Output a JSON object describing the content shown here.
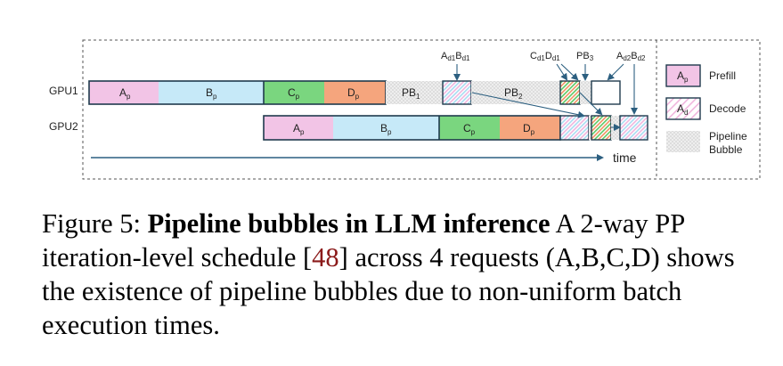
{
  "gpus": [
    {
      "label": "GPU1",
      "blocks": [
        {
          "id": "gpu1-prefill-a",
          "main": "A",
          "sub": "p",
          "kind": "prefill",
          "color": "#f2c4e6"
        },
        {
          "id": "gpu1-prefill-b",
          "main": "B",
          "sub": "p",
          "kind": "prefill",
          "color": "#c6e9f8"
        },
        {
          "id": "gpu1-prefill-c",
          "main": "C",
          "sub": "p",
          "kind": "prefill",
          "color": "#7ad67f"
        },
        {
          "id": "gpu1-prefill-d",
          "main": "D",
          "sub": "p",
          "kind": "prefill",
          "color": "#f5a57d"
        },
        {
          "id": "gpu1-bubble-1",
          "main": "PB",
          "sub": "1",
          "kind": "bubble"
        },
        {
          "id": "gpu1-decode-ab",
          "main": "",
          "sub": "",
          "kind": "decode",
          "colors": [
            "#f2c4e6",
            "#c6e9f8"
          ]
        },
        {
          "id": "gpu1-bubble-2",
          "main": "PB",
          "sub": "2",
          "kind": "bubble"
        },
        {
          "id": "gpu1-decode-cd",
          "main": "",
          "sub": "",
          "kind": "decode",
          "colors": [
            "#7ad67f",
            "#f5a57d"
          ]
        },
        {
          "id": "gpu1-bubble-3",
          "main": "",
          "sub": "",
          "kind": "bubble"
        },
        {
          "id": "gpu1-decode-ab2",
          "main": "",
          "sub": "",
          "kind": "decode-empty"
        }
      ]
    },
    {
      "label": "GPU2",
      "blocks": [
        {
          "id": "gpu2-prefill-a",
          "main": "A",
          "sub": "p",
          "kind": "prefill",
          "color": "#f2c4e6"
        },
        {
          "id": "gpu2-prefill-b",
          "main": "B",
          "sub": "p",
          "kind": "prefill",
          "color": "#c6e9f8"
        },
        {
          "id": "gpu2-prefill-c",
          "main": "C",
          "sub": "p",
          "kind": "prefill",
          "color": "#7ad67f"
        },
        {
          "id": "gpu2-prefill-d",
          "main": "D",
          "sub": "p",
          "kind": "prefill",
          "color": "#f5a57d"
        },
        {
          "id": "gpu2-decode-ab",
          "main": "",
          "sub": "",
          "kind": "decode",
          "colors": [
            "#f2c4e6",
            "#c6e9f8"
          ]
        },
        {
          "id": "gpu2-decode-cd",
          "main": "",
          "sub": "",
          "kind": "decode",
          "colors": [
            "#7ad67f",
            "#f5a57d"
          ]
        },
        {
          "id": "gpu2-decode-ab2",
          "main": "",
          "sub": "",
          "kind": "decode",
          "colors": [
            "#f2c4e6",
            "#c6e9f8"
          ]
        }
      ]
    }
  ],
  "annotations": [
    {
      "id": "ann-ad1bd1",
      "parts": [
        [
          "A",
          ""
        ],
        [
          "d1",
          "sub"
        ],
        [
          "B",
          ""
        ],
        [
          "d1",
          "sub"
        ]
      ]
    },
    {
      "id": "ann-cd1dd1",
      "parts": [
        [
          "C",
          ""
        ],
        [
          "d1",
          "sub"
        ],
        [
          "D",
          ""
        ],
        [
          "d1",
          "sub"
        ]
      ]
    },
    {
      "id": "ann-pb3",
      "parts": [
        [
          "PB",
          ""
        ],
        [
          "3",
          "sub"
        ]
      ]
    },
    {
      "id": "ann-ad2bd2",
      "parts": [
        [
          "A",
          ""
        ],
        [
          "d2",
          "sub"
        ],
        [
          "B",
          ""
        ],
        [
          "d2",
          "sub"
        ]
      ]
    }
  ],
  "time_label": "time",
  "legend": [
    {
      "id": "legend-prefill",
      "box_main": "A",
      "box_sub": "p",
      "label": "Prefill",
      "kind": "prefill"
    },
    {
      "id": "legend-decode",
      "box_main": "A",
      "box_sub": "d",
      "label": "Decode",
      "kind": "decode"
    },
    {
      "id": "legend-bubble",
      "box_main": "",
      "box_sub": "",
      "label": "Pipeline Bubble",
      "label_lines": [
        "Pipeline",
        "Bubble"
      ],
      "kind": "bubble"
    }
  ],
  "caption": {
    "prefix": "Figure 5: ",
    "bold": "Pipeline bubbles in LLM inference",
    "text1": " A 2-way PP iteration-level schedule [",
    "cite": "48",
    "text2": "] across 4 requests (A,B,C,D) shows the existence of pipeline bubbles due to non-uniform batch execution times."
  },
  "colors": {
    "outline": "#1f3a4d",
    "arrow": "#2c5f80",
    "bubble_fill": "#eeeeee",
    "bubble_dot": "#bdbdbd",
    "frame": "#555555"
  }
}
